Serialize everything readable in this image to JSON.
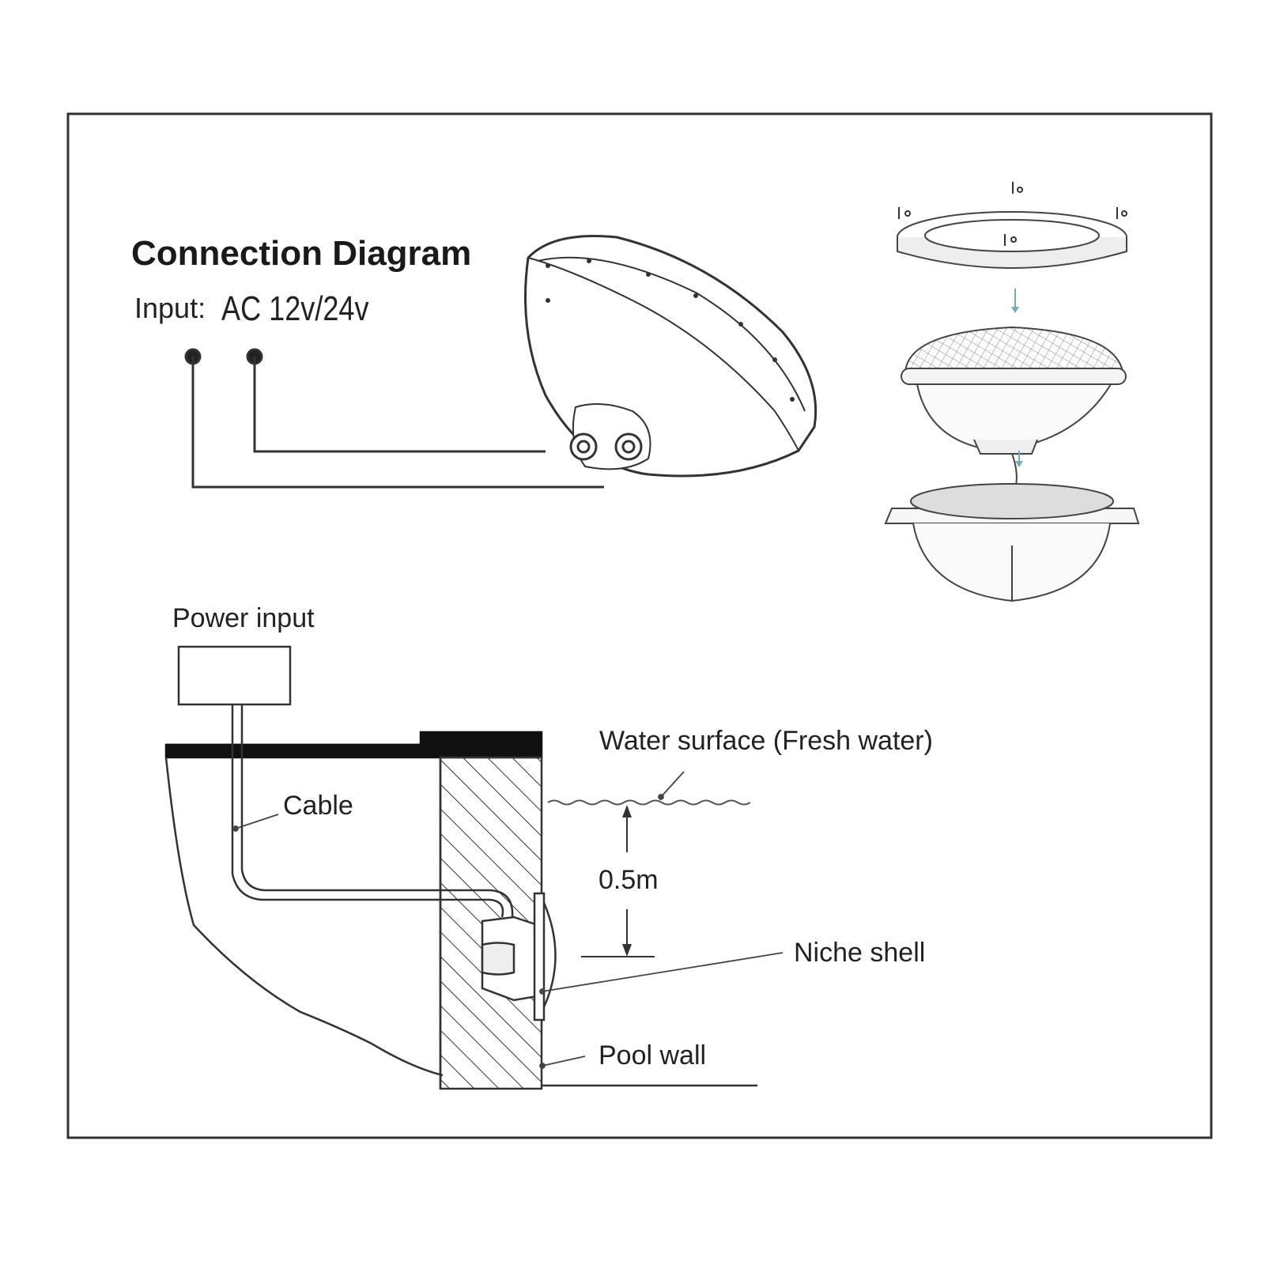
{
  "diagram": {
    "title": "Connection Diagram",
    "input_prefix": "Input:",
    "input_value": "AC 12v/24v",
    "labels": {
      "power_input": "Power input",
      "cable": "Cable",
      "water_surface": "Water surface (Fresh water)",
      "depth": "0.5m",
      "niche_shell": "Niche shell",
      "pool_wall": "Pool wall"
    }
  }
}
